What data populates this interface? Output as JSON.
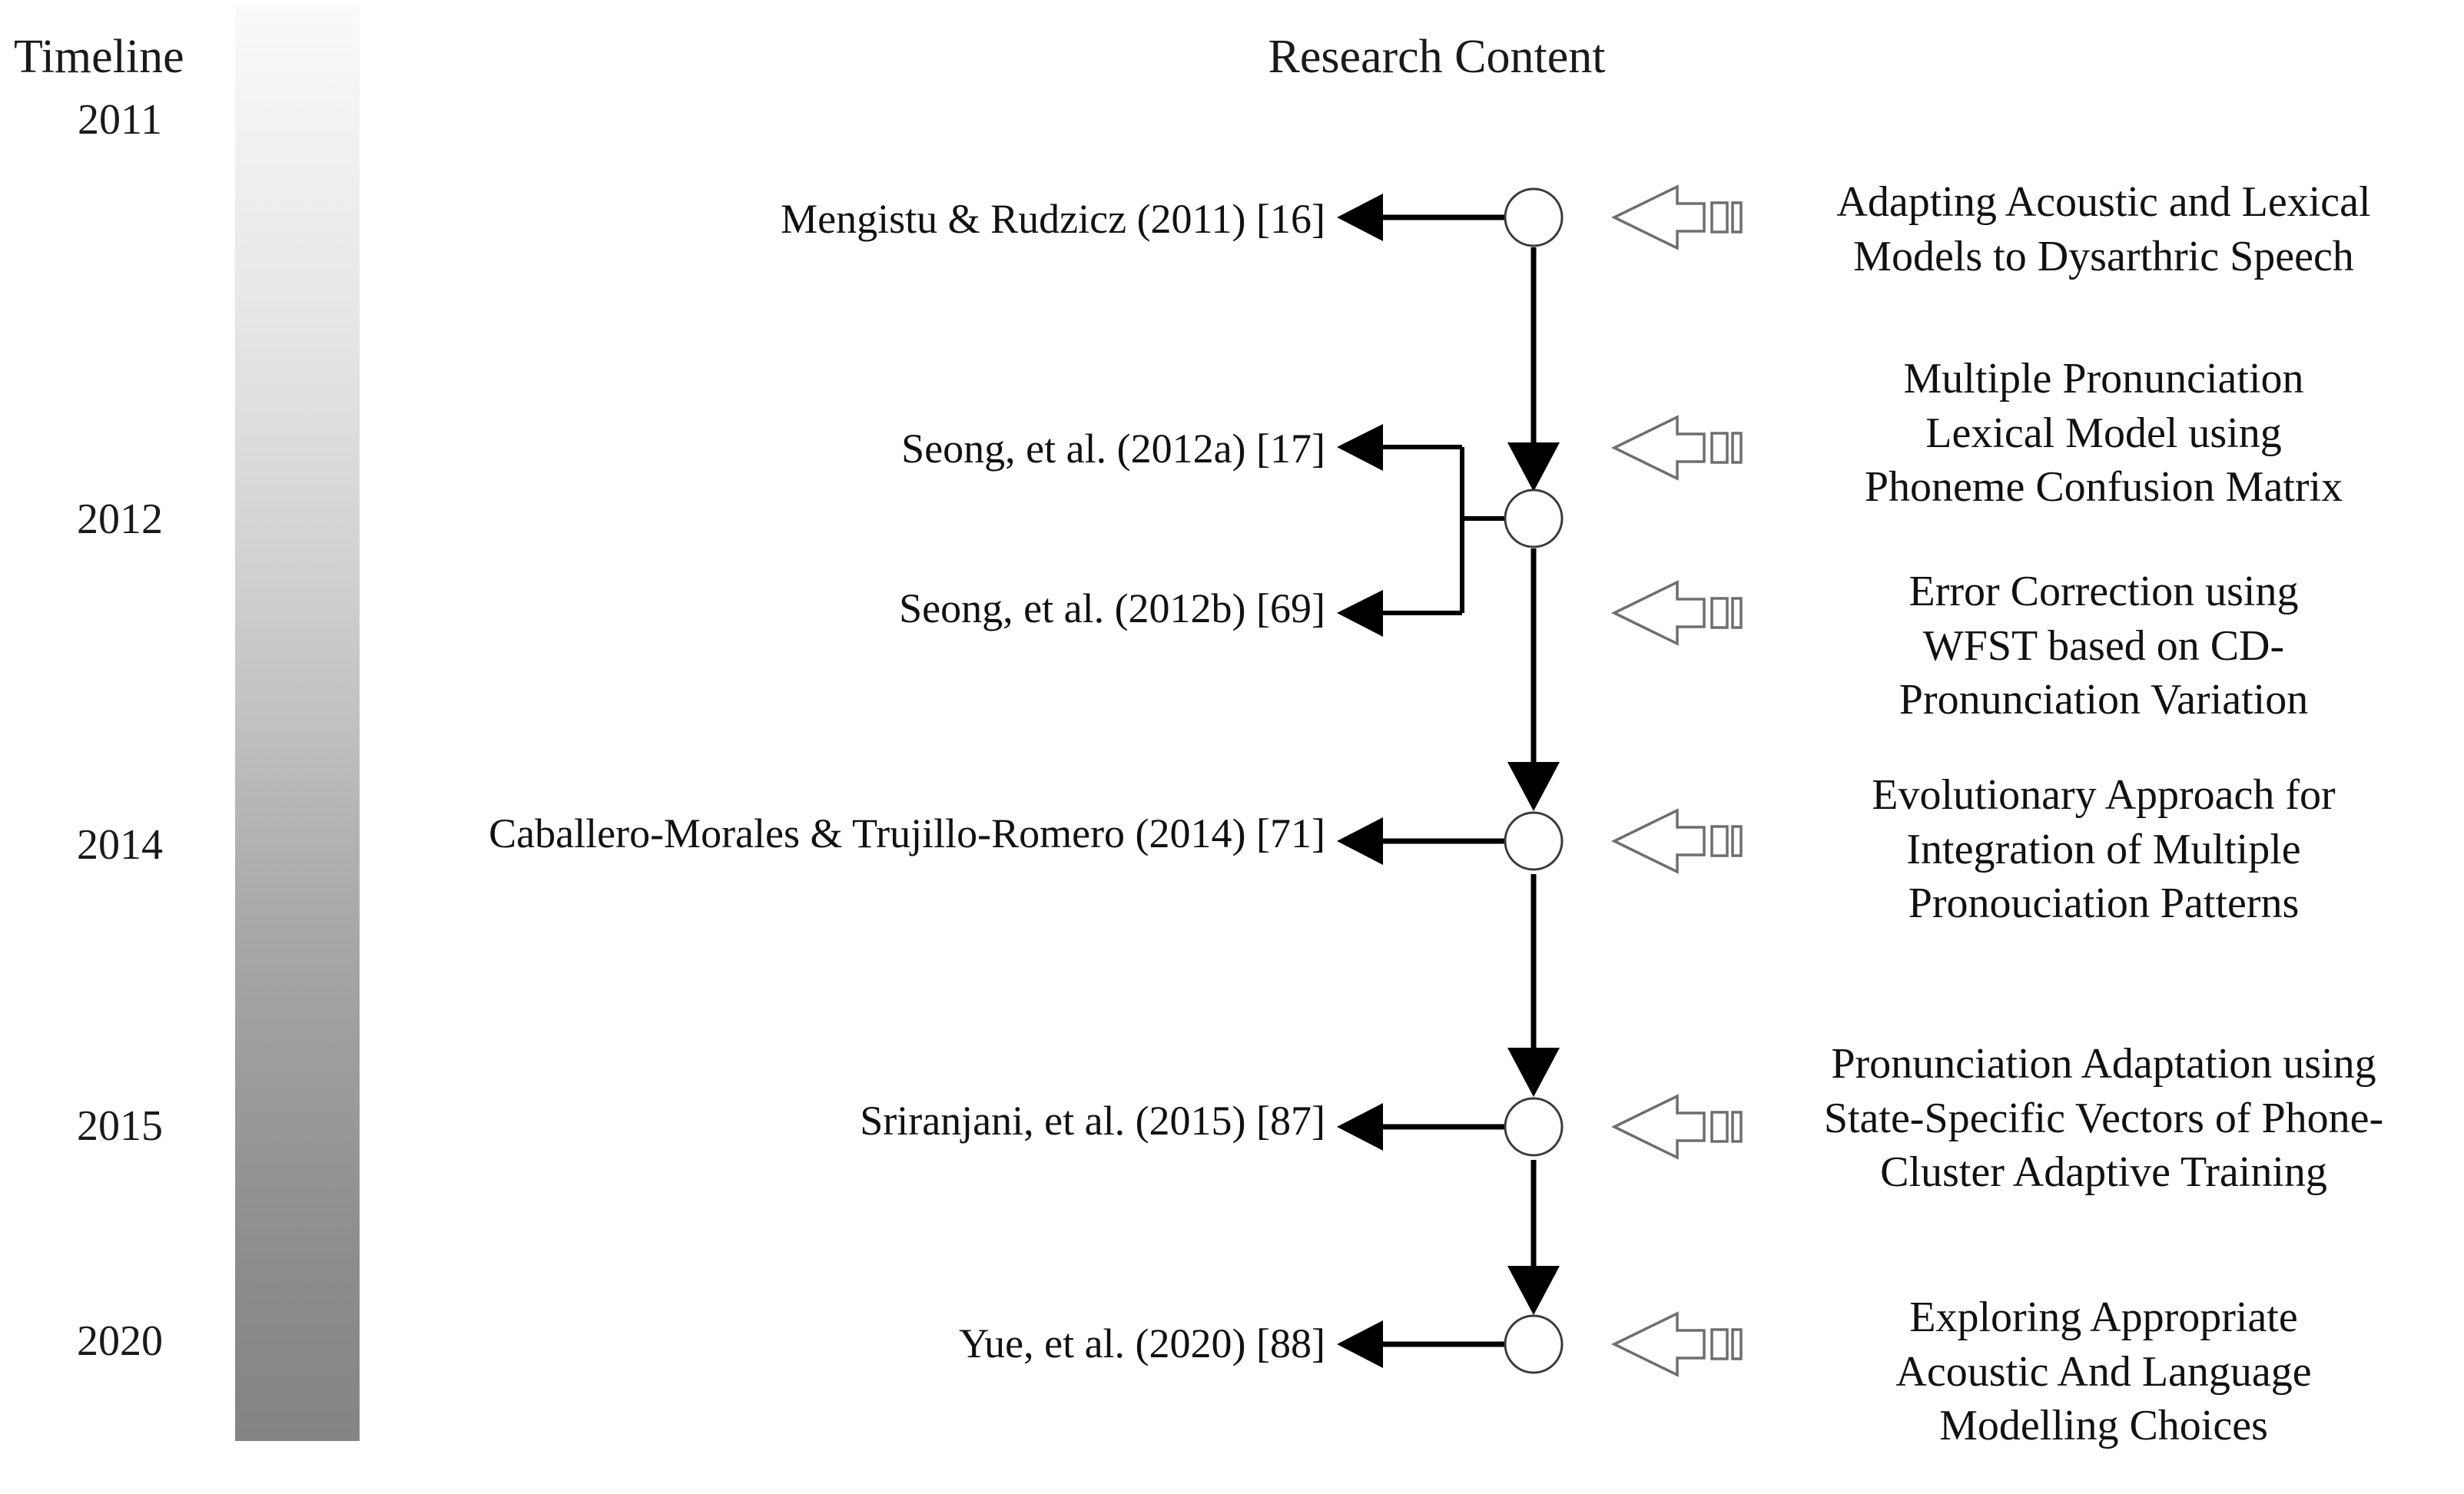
{
  "headers": {
    "timeline": "Timeline",
    "research_content": "Research Content"
  },
  "colors": {
    "background": "#ffffff",
    "text": "#111111",
    "connector": "#000000",
    "node_stroke": "#3a3a3a",
    "callout_stroke": "#6e6e6e",
    "gradient_top": "#fafafa",
    "gradient_bottom": "#848484"
  },
  "years": [
    {
      "label": "2011"
    },
    {
      "label": "2012"
    },
    {
      "label": "2014"
    },
    {
      "label": "2015"
    },
    {
      "label": "2020"
    }
  ],
  "entries": [
    {
      "year": "2011",
      "citation": "Mengistu & Rudzicz (2011) [16]",
      "content_lines": [
        "Adapting Acoustic and Lexical",
        "Models to Dysarthric Speech"
      ]
    },
    {
      "year": "2012",
      "citation": "Seong, et al. (2012a) [17]",
      "content_lines": [
        "Multiple Pronunciation",
        "Lexical Model using",
        "Phoneme Confusion Matrix"
      ]
    },
    {
      "year": "2012",
      "citation": "Seong, et al. (2012b) [69]",
      "content_lines": [
        "Error Correction using",
        "WFST based on CD-",
        "Pronunciation Variation"
      ]
    },
    {
      "year": "2014",
      "citation": "Caballero-Morales & Trujillo-Romero (2014) [71]",
      "content_lines": [
        "Evolutionary Approach for",
        "Integration of Multiple",
        "Pronouciation Patterns"
      ]
    },
    {
      "year": "2015",
      "citation": "Sriranjani, et al. (2015) [87]",
      "content_lines": [
        "Pronunciation Adaptation  using",
        "State-Specific Vectors of Phone-",
        "Cluster Adaptive Training"
      ]
    },
    {
      "year": "2020",
      "citation": "Yue, et al. (2020) [88]",
      "content_lines": [
        "Exploring Appropriate",
        "Acoustic And Language",
        "Modelling Choices"
      ]
    }
  ],
  "icons": {
    "node": "timeline-node-circle",
    "callout": "left-pointing-striped-arrow-icon",
    "connector": "arrow-connector"
  }
}
